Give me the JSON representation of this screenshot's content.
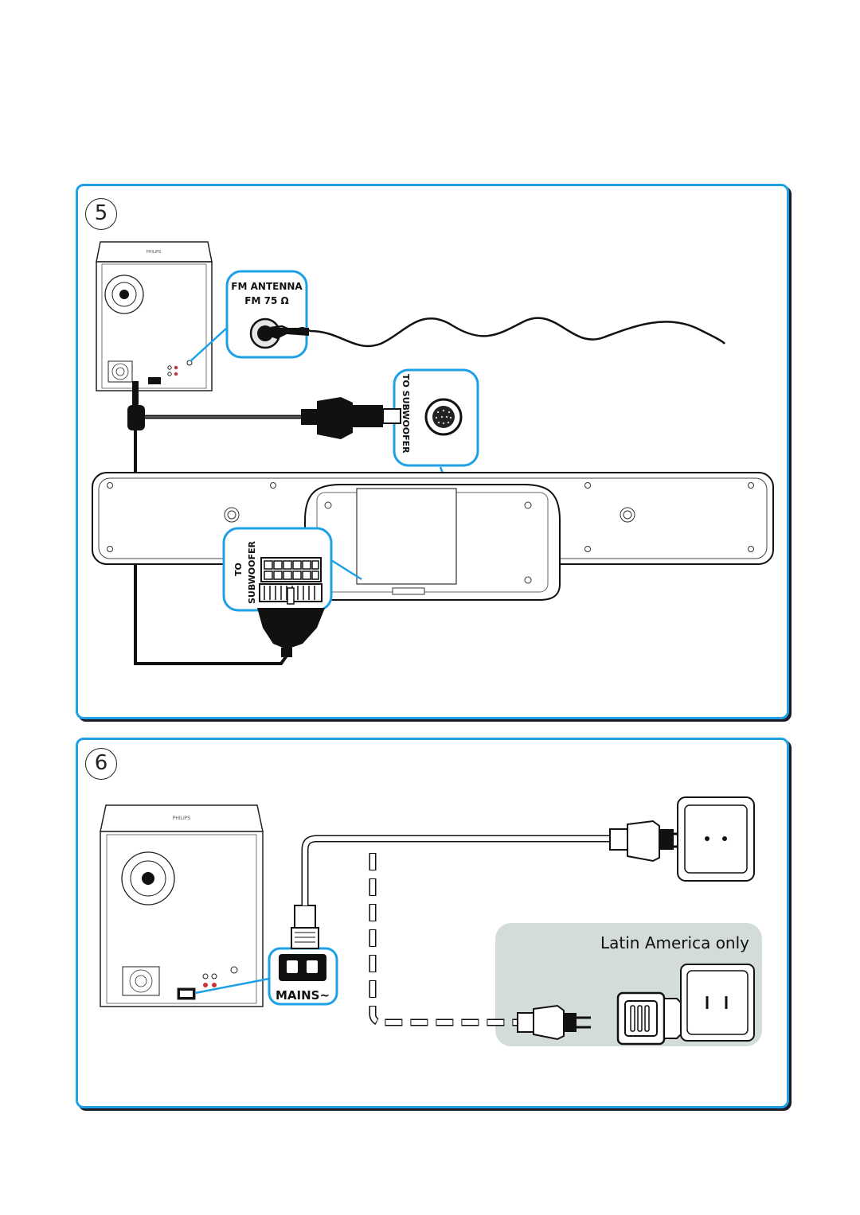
{
  "step5": {
    "number": "5",
    "fm_antenna_label": "FM ANTENNA",
    "fm_impedance_label": "FM 75 Ω",
    "to_subwoofer_label_top": "TO SUBWOOFER",
    "to_label_bottom": "TO",
    "subwoofer_label_bottom": "SUBWOOFER"
  },
  "step6": {
    "number": "6",
    "mains_label": "MAINS~",
    "region_note": "Latin America only"
  },
  "colors": {
    "accent_blue": "#1ea0e6",
    "latin_box": "#d3dcdb",
    "line": "#1a1a1a"
  }
}
